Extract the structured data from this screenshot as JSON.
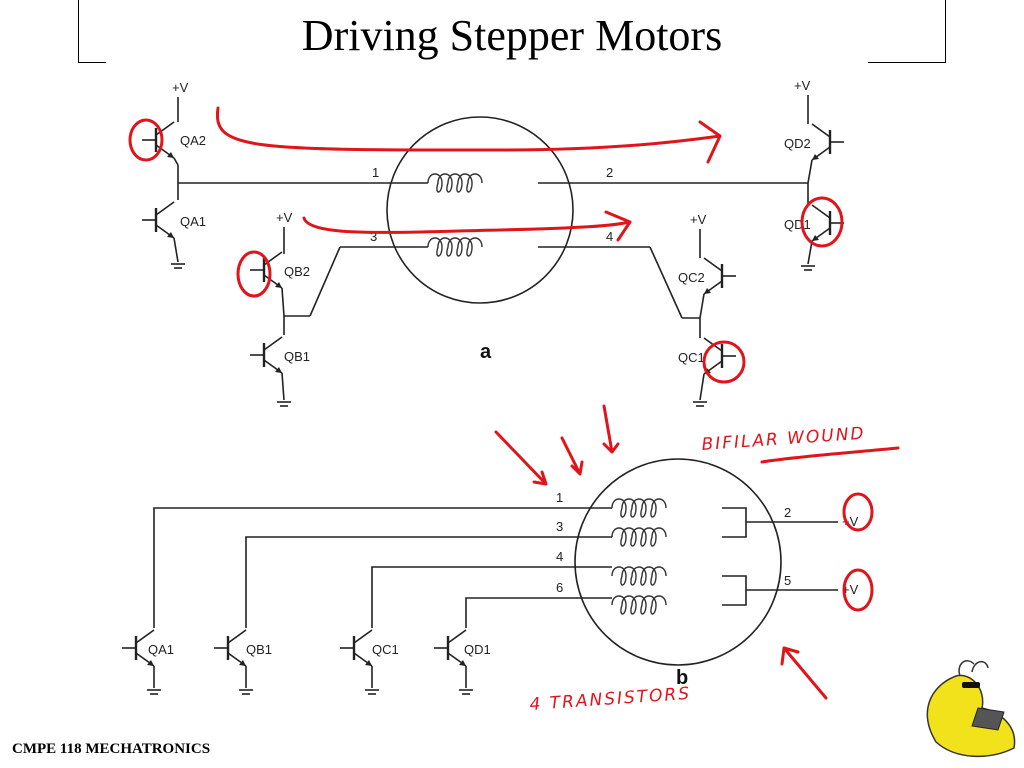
{
  "slide": {
    "title": "Driving Stepper Motors",
    "footer": "CMPE 118 MECHATRONICS"
  },
  "diagram_a": {
    "caption": "a",
    "supply": "+V",
    "transistors": [
      "QA2",
      "QA1",
      "QB2",
      "QB1",
      "QC2",
      "QC1",
      "QD2",
      "QD1"
    ],
    "pins": [
      "1",
      "2",
      "3",
      "4"
    ]
  },
  "diagram_b": {
    "caption": "b",
    "supply": "+V",
    "transistors": [
      "QA1",
      "QB1",
      "QC1",
      "QD1"
    ],
    "pins": [
      "1",
      "3",
      "4",
      "6",
      "2",
      "5"
    ]
  },
  "annotations": {
    "bifilar": "BIFILAR WOUND",
    "transistors": "4 TRANSISTORS"
  },
  "colors": {
    "annotation": "#e0141b",
    "mascot": "#f2e21c"
  }
}
